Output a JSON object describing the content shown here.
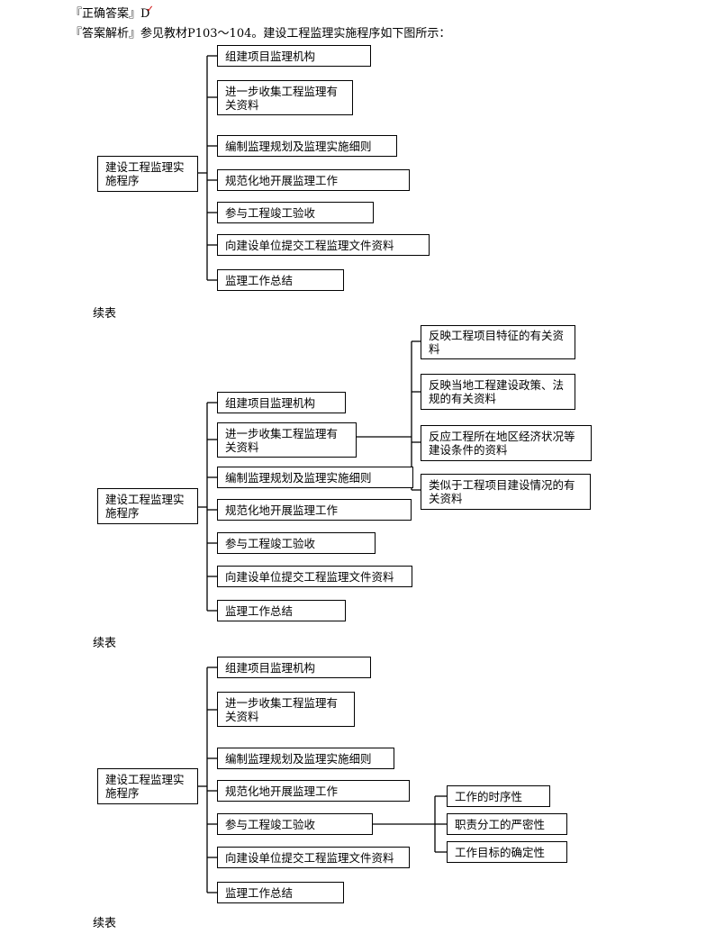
{
  "answer": {
    "text": "『正确答案』D",
    "mark": "✓"
  },
  "analysis": {
    "text": "『答案解析』参见教材P103～104。建设工程监理实施程序如下图所示："
  },
  "continued_label": "续表",
  "root": "建设工程监理实施程序",
  "steps": [
    "组建项目监理机构",
    "进一步收集工程监理有关资料",
    "编制监理规划及监理实施细则",
    "规范化地开展监理工作",
    "参与工程竣工验收",
    "向建设单位提交工程监理文件资料",
    "监理工作总结"
  ],
  "materials": [
    "反映工程项目特征的有关资料",
    "反映当地工程建设政策、法规的有关资料",
    "反应工程所在地区经济状况等建设条件的资料",
    "类似于工程项目建设情况的有关资料"
  ],
  "work_rules": [
    "工作的时序性",
    "职责分工的严密性",
    "工作目标的确定性"
  ]
}
